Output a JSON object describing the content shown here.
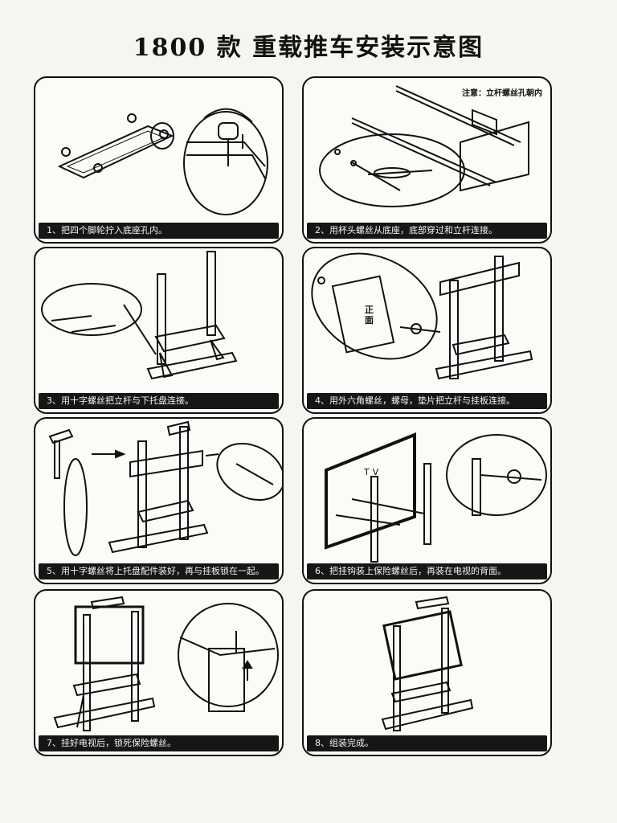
{
  "title": "1800 款  重载推车安装示意图",
  "panels": [
    {
      "caption": "1、把四个脚轮拧入底座孔内。"
    },
    {
      "caption": "2、用杯头螺丝从底座，底部穿过和立杆连接。",
      "note": "注意：立杆螺丝孔朝内"
    },
    {
      "caption": "3、用十字螺丝把立杆与下托盘连接。"
    },
    {
      "caption": "4、用外六角螺丝，螺母，垫片把立杆与挂板连接。",
      "label": "正面"
    },
    {
      "caption": "5、用十字螺丝将上托盘配件装好，再与挂板锁在一起。"
    },
    {
      "caption": "6、把挂钩装上保险螺丝后，再装在电视的背面。",
      "label": "TV"
    },
    {
      "caption": "7、挂好电视后，锁死保险螺丝。"
    },
    {
      "caption": "8、组装完成。"
    }
  ]
}
